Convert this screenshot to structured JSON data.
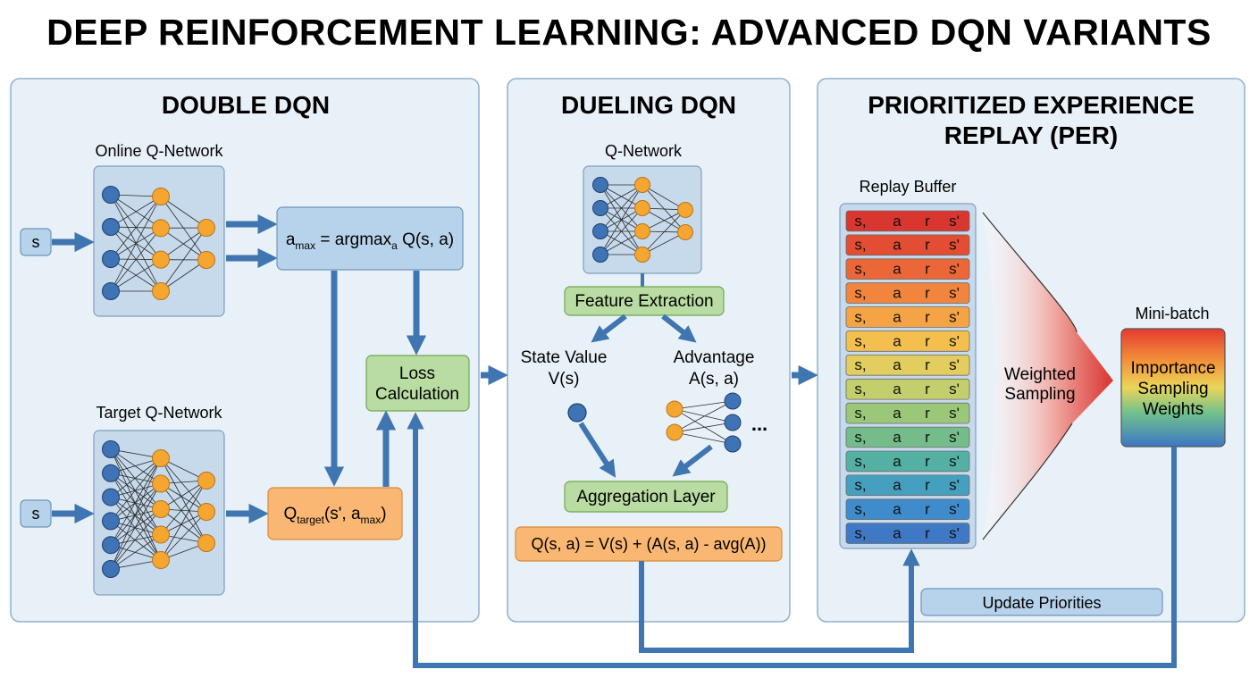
{
  "title": "DEEP REINFORCEMENT LEARNING: ADVANCED DQN VARIANTS",
  "colors": {
    "panel_fill": "#e9f1f8",
    "panel_stroke": "#8fb0cc",
    "arrow": "#3f75b0",
    "blue_box": "#b7d3ec",
    "green_box": "#b9dca2",
    "orange_box": "#f9b773",
    "node_blue": "#3e74b6",
    "node_orange": "#f5a630"
  },
  "double": {
    "title": "DOUBLE DQN",
    "online_label": "Online Q-Network",
    "target_label": "Target Q-Network",
    "state_online": "s",
    "state_target": "s",
    "amax": {
      "main": "a",
      "sub": "max",
      "mid": " = argmax",
      "sub2": "a",
      "tail": " Q(s, a)"
    },
    "qtarget": {
      "main": "Q",
      "sub": "target",
      "tail": "(s', a",
      "sub2": "max",
      "end": ")"
    },
    "loss_line1": "Loss",
    "loss_line2": "Calculation"
  },
  "dueling": {
    "title": "DUELING DQN",
    "qnet_label": "Q-Network",
    "feature": "Feature Extraction",
    "state_value_l1": "State Value",
    "state_value_l2": "V(s)",
    "advantage_l1": "Advantage",
    "advantage_l2": "A(s, a)",
    "ellipsis": "...",
    "aggregation": "Aggregation Layer",
    "formula": "Q(s, a) = V(s) + (A(s, a) - avg(A))"
  },
  "per": {
    "title_l1": "PRIORITIZED EXPERIENCE",
    "title_l2": "REPLAY (PER)",
    "buffer_label": "Replay Buffer",
    "rows": [
      {
        "s": "s,",
        "a": "a",
        "r": "r",
        "s2": "s'",
        "color": "#d9362f"
      },
      {
        "s": "s,",
        "a": "a",
        "r": "r",
        "s2": "s'",
        "color": "#e34d33"
      },
      {
        "s": "s,",
        "a": "a",
        "r": "r",
        "s2": "s'",
        "color": "#ec6737"
      },
      {
        "s": "s,",
        "a": "a",
        "r": "r",
        "s2": "s'",
        "color": "#f1853d"
      },
      {
        "s": "s,",
        "a": "a",
        "r": "r",
        "s2": "s'",
        "color": "#f4a445"
      },
      {
        "s": "s,",
        "a": "a",
        "r": "r",
        "s2": "s'",
        "color": "#f3bf4f"
      },
      {
        "s": "s,",
        "a": "a",
        "r": "r",
        "s2": "s'",
        "color": "#e2cd5e"
      },
      {
        "s": "s,",
        "a": "a",
        "r": "r",
        "s2": "s'",
        "color": "#c3cf6c"
      },
      {
        "s": "s,",
        "a": "a",
        "r": "r",
        "s2": "s'",
        "color": "#9ac878"
      },
      {
        "s": "s,",
        "a": "a",
        "r": "r",
        "s2": "s'",
        "color": "#74bd8a"
      },
      {
        "s": "s,",
        "a": "a",
        "r": "r",
        "s2": "s'",
        "color": "#55b0a4"
      },
      {
        "s": "s,",
        "a": "a",
        "r": "r",
        "s2": "s'",
        "color": "#45a0c0"
      },
      {
        "s": "s,",
        "a": "a",
        "r": "r",
        "s2": "s'",
        "color": "#3e8ccc"
      },
      {
        "s": "s,",
        "a": "a",
        "r": "r",
        "s2": "s'",
        "color": "#3f79c6"
      }
    ],
    "weighted_l1": "Weighted",
    "weighted_l2": "Sampling",
    "minibatch_label": "Mini-batch",
    "isw_l1": "Importance",
    "isw_l2": "Sampling",
    "isw_l3": "Weights",
    "update": "Update Priorities"
  }
}
